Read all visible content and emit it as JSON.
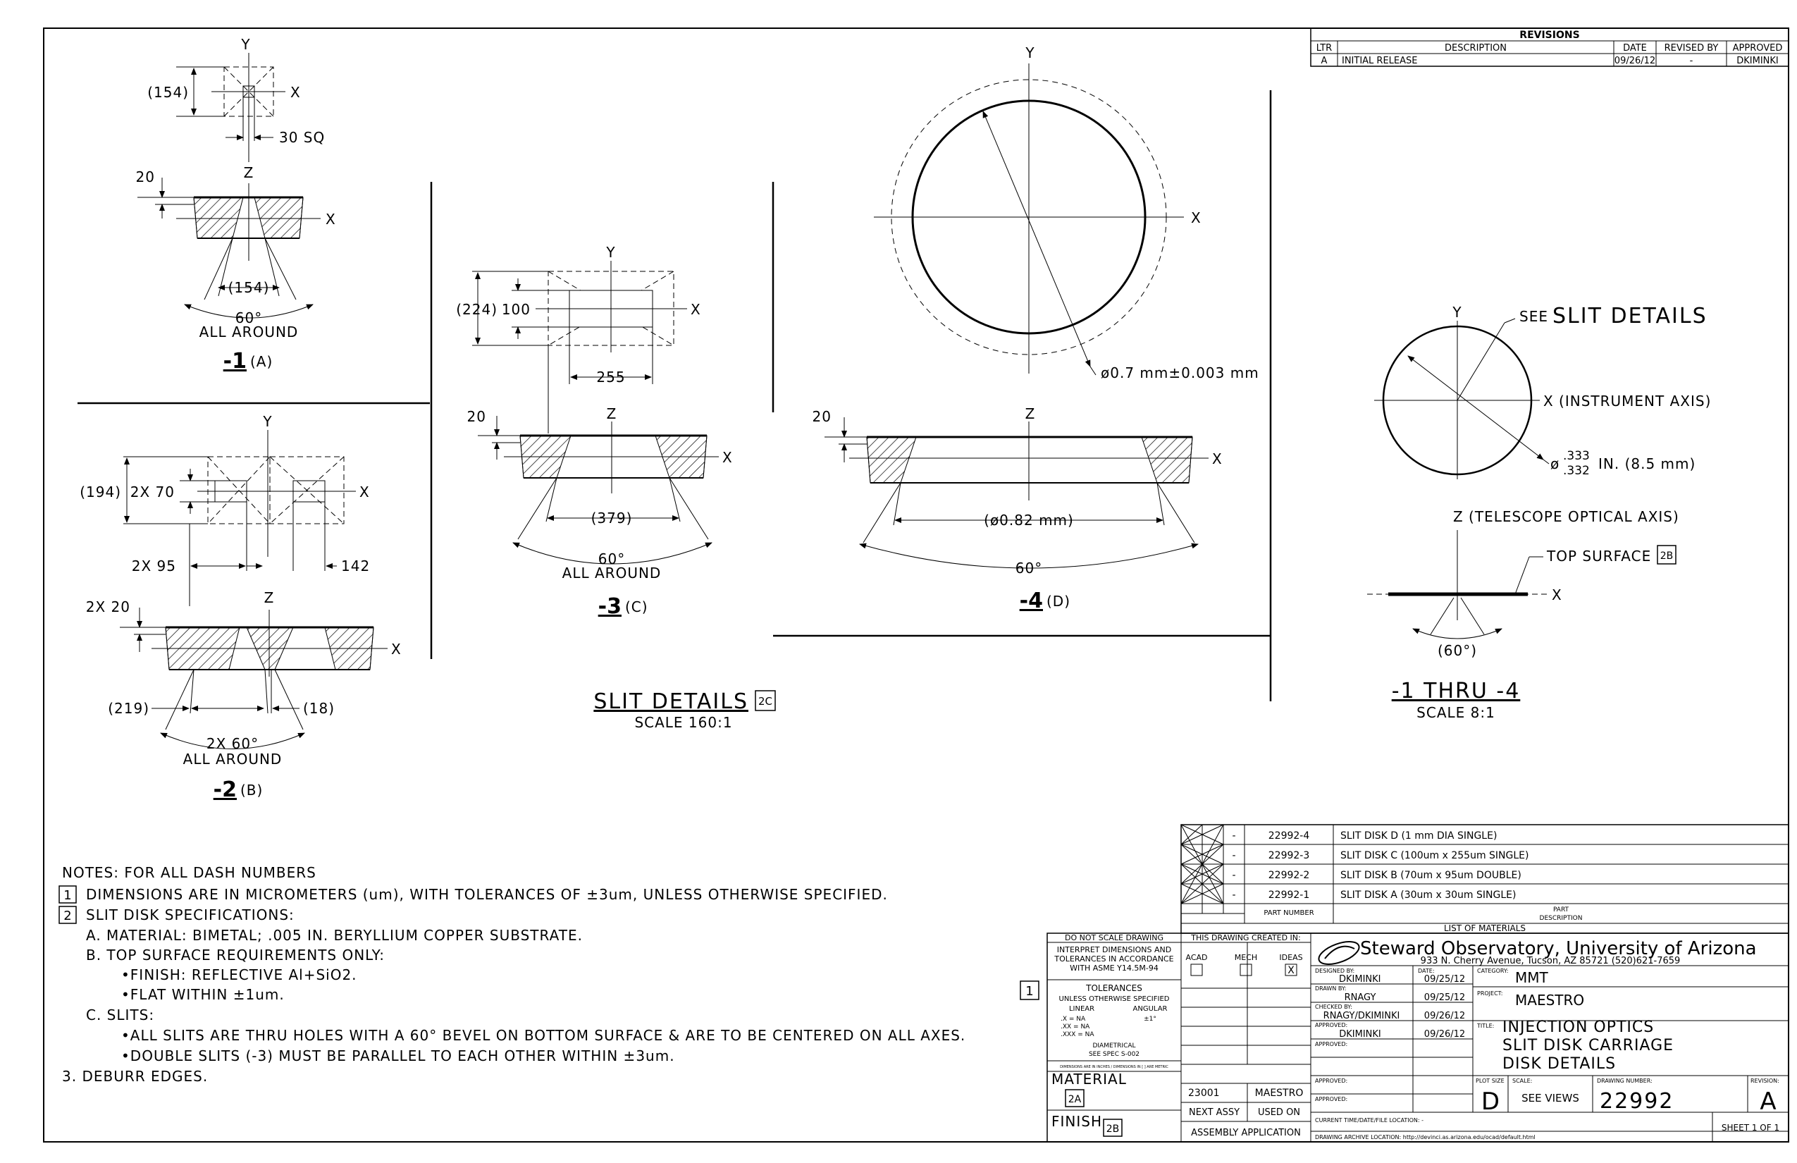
{
  "revisions": {
    "title": "REVISIONS",
    "headers": [
      "LTR",
      "DESCRIPTION",
      "DATE",
      "REVISED BY",
      "APPROVED"
    ],
    "rows": [
      [
        "A",
        "INITIAL RELEASE",
        "09/26/12",
        "-",
        "DKIMINKI"
      ]
    ]
  },
  "views": {
    "v1": {
      "dim_box": "(154)",
      "dim_sq": "30 SQ",
      "dim_20": "20",
      "dim_throat": "(154)",
      "angle": "60°",
      "around": "ALL AROUND",
      "label": "-1",
      "letter": "(A)"
    },
    "v2": {
      "dim_194": "(194)",
      "dim_70": "2X 70",
      "dim_95": "2X 95",
      "dim_142": "142",
      "dim_20": "2X 20",
      "dim_219": "(219)",
      "dim_18": "(18)",
      "angle": "2X 60°",
      "around": "ALL AROUND",
      "label": "-2",
      "letter": "(B)"
    },
    "v3": {
      "dim_224": "(224)",
      "dim_100": "100",
      "dim_255": "255",
      "dim_20": "20",
      "dim_379": "(379)",
      "angle": "60°",
      "around": "ALL AROUND",
      "label": "-3",
      "letter": "(C)"
    },
    "v4": {
      "dim_dia": "ø0.7 mm±0.003 mm",
      "dim_20": "20",
      "dim_082": "(ø0.82 mm)",
      "angle": "60°",
      "label": "-4",
      "letter": "(D)"
    },
    "slit_details": {
      "title": "SLIT DETAILS",
      "flag": "2C",
      "scale": "SCALE 160:1"
    },
    "thru": {
      "see": "SEE",
      "see_big": "SLIT DETAILS",
      "x_axis": "X (INSTRUMENT AXIS)",
      "dia": "ø",
      "dia_top": ".333",
      "dia_bot": ".332",
      "dia_unit": "IN. (8.5 mm)",
      "z_axis": "Z (TELESCOPE OPTICAL AXIS)",
      "top_surface": "TOP SURFACE",
      "top_flag": "2B",
      "angle": "(60°)",
      "title": "-1 THRU -4",
      "scale": "SCALE 8:1"
    },
    "axes": {
      "x": "X",
      "y": "Y",
      "z": "Z"
    }
  },
  "notes": {
    "title": "NOTES: FOR ALL DASH NUMBERS",
    "n1": "DIMENSIONS ARE IN MICROMETERS (um), WITH TOLERANCES OF ±3um, UNLESS OTHERWISE SPECIFIED.",
    "n2": "SLIT DISK SPECIFICATIONS:",
    "a": "A. MATERIAL: BIMETAL; .005 IN. BERYLLIUM COPPER SUBSTRATE.",
    "b": "B. TOP SURFACE REQUIREMENTS ONLY:",
    "b1": "•FINISH: REFLECTIVE Al+SiO2.",
    "b2": "•FLAT WITHIN ±1um.",
    "c": "C. SLITS:",
    "c1": "•ALL SLITS ARE THRU HOLES WITH A 60° BEVEL ON BOTTOM SURFACE & ARE TO BE CENTERED ON ALL AXES.",
    "c2": "•DOUBLE SLITS (-3) MUST BE PARALLEL TO EACH OTHER WITHIN ±3um.",
    "n3": "3. DEBURR EDGES.",
    "flag1": "1",
    "flag2": "2"
  },
  "bom": {
    "rows": [
      [
        "-",
        "22992-4",
        "SLIT DISK D (1 mm DIA SINGLE)"
      ],
      [
        "-",
        "22992-3",
        "SLIT DISK C (100um x 255um SINGLE)"
      ],
      [
        "-",
        "22992-2",
        "SLIT DISK B (70um x 95um DOUBLE)"
      ],
      [
        "-",
        "22992-1",
        "SLIT DISK A (30um x 30um SINGLE)"
      ]
    ],
    "part_number": "PART NUMBER",
    "part": "PART",
    "description": "DESCRIPTION",
    "list": "LIST OF MATERIALS"
  },
  "title_block": {
    "do_not_scale": "DO NOT SCALE DRAWING",
    "interpret1": "INTERPRET DIMENSIONS AND",
    "interpret2": "TOLERANCES IN ACCORDANCE",
    "interpret3": "WITH ASME Y14.5M-94",
    "tolerances": "TOLERANCES",
    "unless": "UNLESS OTHERWISE SPECIFIED",
    "linear": "LINEAR",
    "angular": "ANGULAR",
    "tol1": ".X = NA",
    "tol2": ".XX = NA",
    "tol3": ".XXX = NA",
    "tol_ang": "±1°",
    "diametrical": "DIAMETRICAL",
    "spec": "SEE SPEC S-002",
    "brackets": "DIMENSIONS ARE IN INCHES / DIMENSIONS IN [ ] ARE METRIC",
    "material": "MATERIAL",
    "material_flag": "2A",
    "finish": "FINISH",
    "finish_flag": "2B",
    "created_in": "THIS DRAWING CREATED IN:",
    "acad": "ACAD",
    "mech": "MECH",
    "ideas": "IDEAS",
    "ideas_mark": "X",
    "next_assy_no": "23001",
    "used_on_val": "MAESTRO",
    "next_assy": "NEXT ASSY",
    "used_on": "USED ON",
    "assembly": "ASSEMBLY APPLICATION",
    "org": "Steward Observatory, University of Arizona",
    "address": "933 N. Cherry Avenue, Tucson, AZ  85721   (520)621-7659",
    "designed_by_l": "DESIGNED BY:",
    "designed_by": "DKIMINKI",
    "date_l": "DATE:",
    "designed_date": "09/25/12",
    "drawn_by_l": "DRAWN BY:",
    "drawn_by": "RNAGY",
    "drawn_date": "09/25/12",
    "checked_by_l": "CHECKED BY:",
    "checked_by": "RNAGY/DKIMINKI",
    "checked_date": "09/26/12",
    "approved_l": "APPROVED:",
    "approved_by": "DKIMINKI",
    "approved_date": "09/26/12",
    "category_l": "CATEGORY:",
    "category": "MMT",
    "project_l": "PROJECT:",
    "project": "MAESTRO",
    "title_l": "TITLE:",
    "title1": "INJECTION OPTICS",
    "title2": "SLIT DISK CARRIAGE",
    "title3": "DISK DETAILS",
    "plot_size_l": "PLOT SIZE",
    "plot_size": "D",
    "scale_l": "SCALE:",
    "scale": "SEE VIEWS",
    "dwg_no_l": "DRAWING NUMBER:",
    "dwg_no": "22992",
    "revision_l": "REVISION:",
    "revision": "A",
    "current_loc": "CURRENT TIME/DATE/FILE LOCATION: -",
    "archive_loc": "DRAWING ARCHIVE LOCATION: http://devinci.as.arizona.edu/ocad/default.html",
    "sheet": "SHEET 1 OF 1",
    "flag1": "1"
  }
}
